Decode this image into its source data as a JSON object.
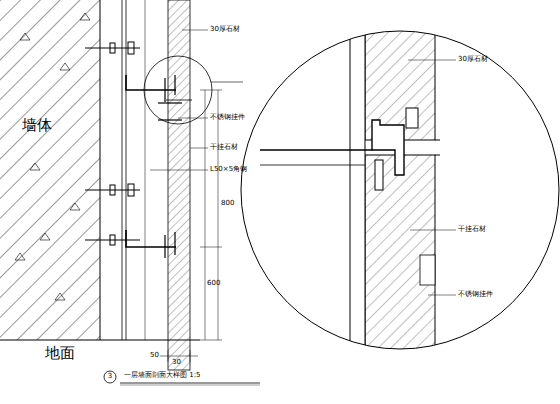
{
  "diagram": {
    "caption": "一层墙面剖面大样图 1:5",
    "labels": [
      "墙体",
      "地面",
      "30厚石材",
      "不锈钢挂件",
      "干挂石材",
      "L50×5角钢",
      "800",
      "600",
      "50",
      "30",
      "30厚石材",
      "干挂石材",
      "不锈钢挂件",
      "3"
    ]
  }
}
